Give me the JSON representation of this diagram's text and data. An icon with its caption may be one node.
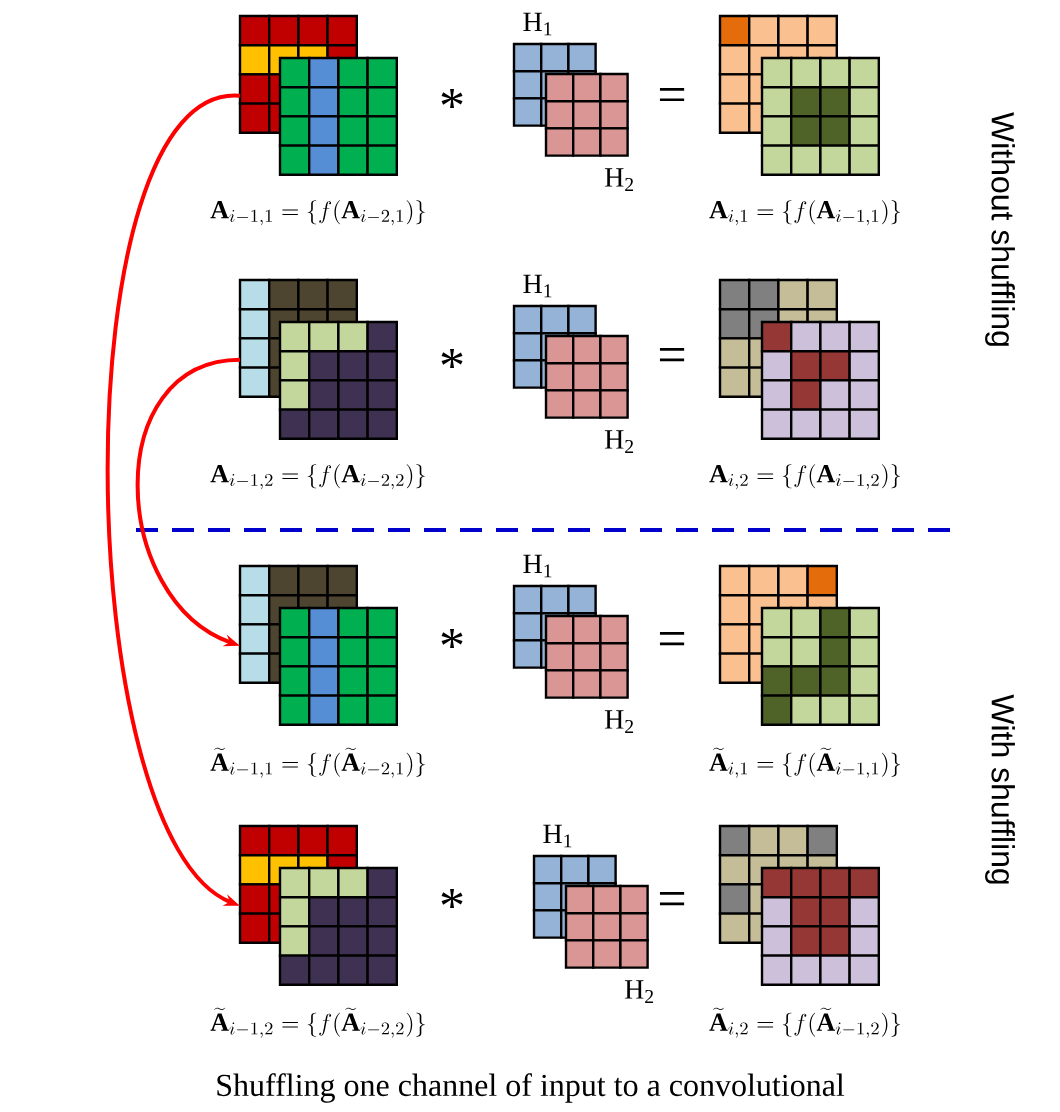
{
  "diagram": {
    "caption": "Shuffling one channel of input to a convolutional",
    "nodes": [
      {
        "text": [],
        "shape": "box",
        "beside": [
          "\\mathbf{A}_{i-1,1} = \\big\\{f\\big(\\mathbf{A}_{i-2,1}\\big)\\big\\}"
        ]
      },
      {
        "text": [],
        "shape": "box",
        "beside": [
          "H$_{1}$",
          "H$_{2}$"
        ]
      },
      {
        "text": [],
        "shape": "box",
        "beside": [
          "\\mathbf{A}_{i,1} = \\big\\{f\\big(\\mathbf{A}_{i-1,1}\\big)\\big\\}"
        ]
      },
      {
        "text": [],
        "shape": "box",
        "beside": [
          "\\mathbf{A}_{i-1,2} = \\big\\{f\\big(\\mathbf{A}_{i-2,2}\\big)\\big\\}"
        ]
      },
      {
        "text": [],
        "shape": "box",
        "beside": [
          "H$_{1}$",
          "H$_{2}$"
        ]
      },
      {
        "text": [],
        "shape": "box",
        "beside": [
          "\\mathbf{A}_{i,2} = \\big\\{f\\big(\\mathbf{A}_{i-1,2}\\big)\\big\\}"
        ]
      },
      {
        "text": [],
        "shape": "box",
        "beside": [
          "\\widetilde{\\mathbf{A}}_{i-1,1} = \\big\\{f\\big(\\widetilde{\\mathbf{A}}_{i-2,1}\\big)\\big\\}"
        ]
      },
      {
        "text": [],
        "shape": "box",
        "beside": [
          "H$_{1}$",
          "H$_{2}$"
        ]
      },
      {
        "text": [],
        "shape": "box",
        "beside": [
          "\\widetilde{\\mathbf{A}}_{i,1} = \\big\\{f\\big(\\widetilde{\\mathbf{A}}_{i-1,1}\\big)\\big\\}"
        ]
      },
      {
        "text": [],
        "shape": "box",
        "beside": [
          "\\widetilde{\\mathbf{A}}_{i-1,2} = \\big\\{f\\big(\\widetilde{\\mathbf{A}}_{i-2,2}\\big)\\big\\}"
        ]
      },
      {
        "text": [],
        "shape": "box",
        "beside": [
          "H$_{1}$",
          "H$_{2}$"
        ]
      },
      {
        "text": [],
        "shape": "box",
        "beside": [
          "\\widetilde{\\mathbf{A}}_{i,2} = \\big\\{f\\big(\\widetilde{\\mathbf{A}}_{i-1,2}\\big)\\big\\}"
        ]
      }
    ],
    "edges": [
      {
        "from": 0,
        "to": 9,
        "arrow": "to"
      },
      {
        "from": 3,
        "to": 6,
        "arrow": "to"
      }
    ],
    "labels": [
      "*",
      "=",
      "*",
      "=",
      "Without shuffling",
      "*",
      "=",
      "*",
      "=",
      "With shuffling"
    ]
  }
}
